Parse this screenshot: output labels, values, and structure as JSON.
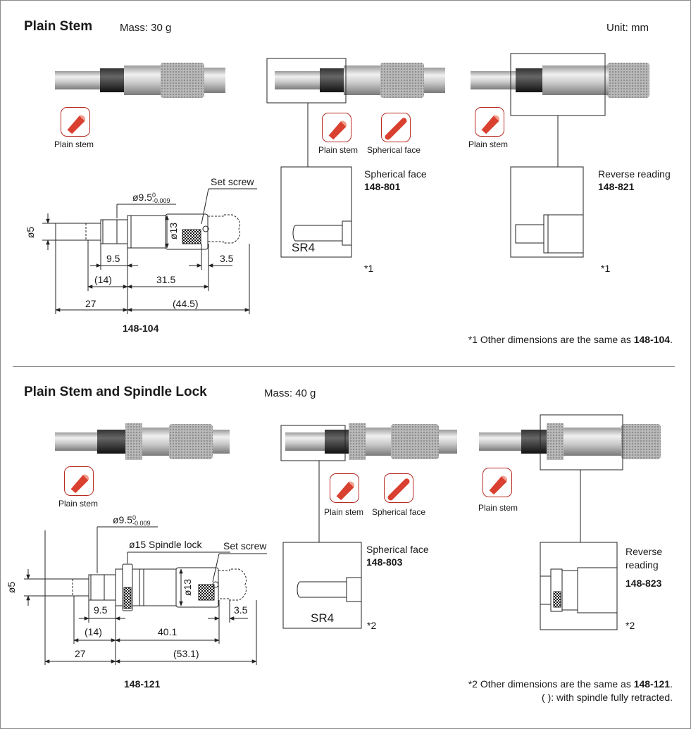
{
  "unit": "Unit: mm",
  "section1": {
    "title": "Plain Stem",
    "mass": "Mass: 30 g",
    "icons": [
      "Plain stem",
      "Plain stem",
      "Spherical face",
      "Plain stem"
    ],
    "dims": {
      "dia_stem": "ø9.5",
      "tol_upper": "0",
      "tol_lower": "-0.009",
      "set_screw": "Set screw",
      "phi5": "ø5",
      "phi13": "ø13",
      "d9_5": "9.5",
      "d3_5": "3.5",
      "d14": "(14)",
      "d31_5": "31.5",
      "d27": "27",
      "d44_5": "(44.5)"
    },
    "model": "148-104",
    "variant1_label": "Spherical face",
    "variant1_model": "148-801",
    "variant1_sr": "SR4",
    "variant1_note": "*1",
    "variant2_label": "Reverse reading",
    "variant2_model": "148-821",
    "variant2_note": "*1",
    "footnote_prefix": "*1 Other dimensions are the same as ",
    "footnote_model": "148-104",
    "footnote_suffix": "."
  },
  "section2": {
    "title": "Plain Stem and Spindle Lock",
    "mass": "Mass: 40 g",
    "icons": [
      "Plain stem",
      "Plain stem",
      "Spherical face",
      "Plain stem"
    ],
    "dims": {
      "dia_stem": "ø9.5",
      "tol_upper": "0",
      "tol_lower": "-0.009",
      "spindle_lock": "ø15 Spindle lock",
      "set_screw": "Set screw",
      "phi5": "ø5",
      "phi13": "ø13",
      "d9_5": "9.5",
      "d3_5": "3.5",
      "d14": "(14)",
      "d40_1": "40.1",
      "d27": "27",
      "d53_1": "(53.1)"
    },
    "model": "148-121",
    "variant1_label": "Spherical face",
    "variant1_model": "148-803",
    "variant1_sr": "SR4",
    "variant1_note": "*2",
    "variant2_label_1": "Reverse",
    "variant2_label_2": "reading",
    "variant2_model": "148-823",
    "variant2_note": "*2",
    "footnote_prefix": "*2 Other dimensions are the same as ",
    "footnote_model": "148-121",
    "footnote_suffix": ".",
    "footnote2": "( ): with spindle fully retracted."
  }
}
